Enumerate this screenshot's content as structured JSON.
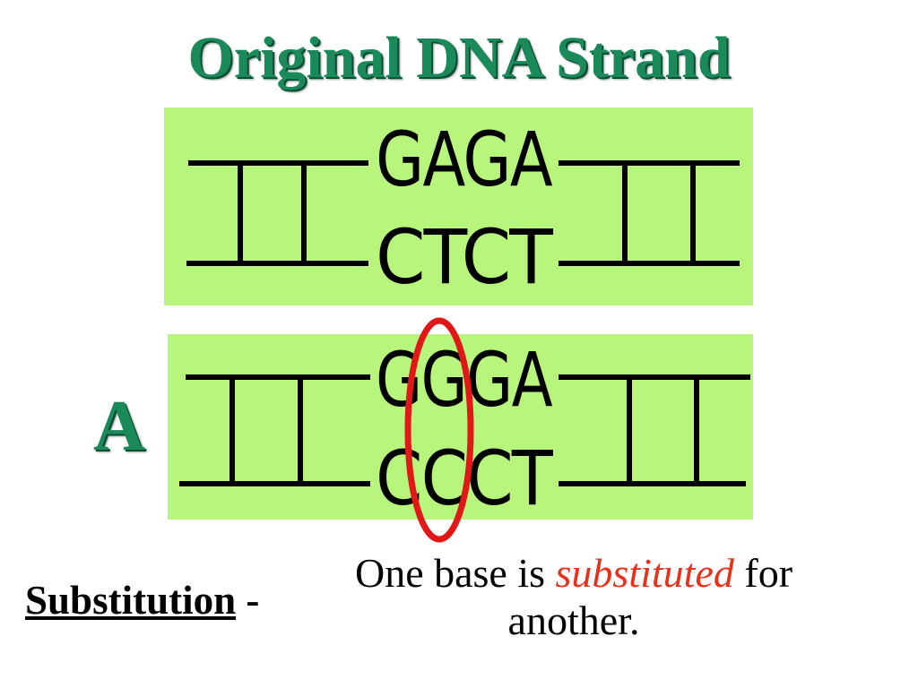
{
  "title": "Original DNA Strand",
  "original": {
    "top_bases": "GAGA",
    "bottom_bases": "CTCT"
  },
  "mutant": {
    "label": "A",
    "top_bases": "GGGA",
    "bottom_bases": "CCCT"
  },
  "definition": {
    "term": "Substitution",
    "separator": " -",
    "text_before": "One base is ",
    "emphasis": "substituted",
    "text_after": " for another."
  },
  "colors": {
    "title_green": "#1b8a5a",
    "panel_green": "#b8f57c",
    "highlight_red": "#e8311a",
    "ring_red": "#e01818"
  }
}
